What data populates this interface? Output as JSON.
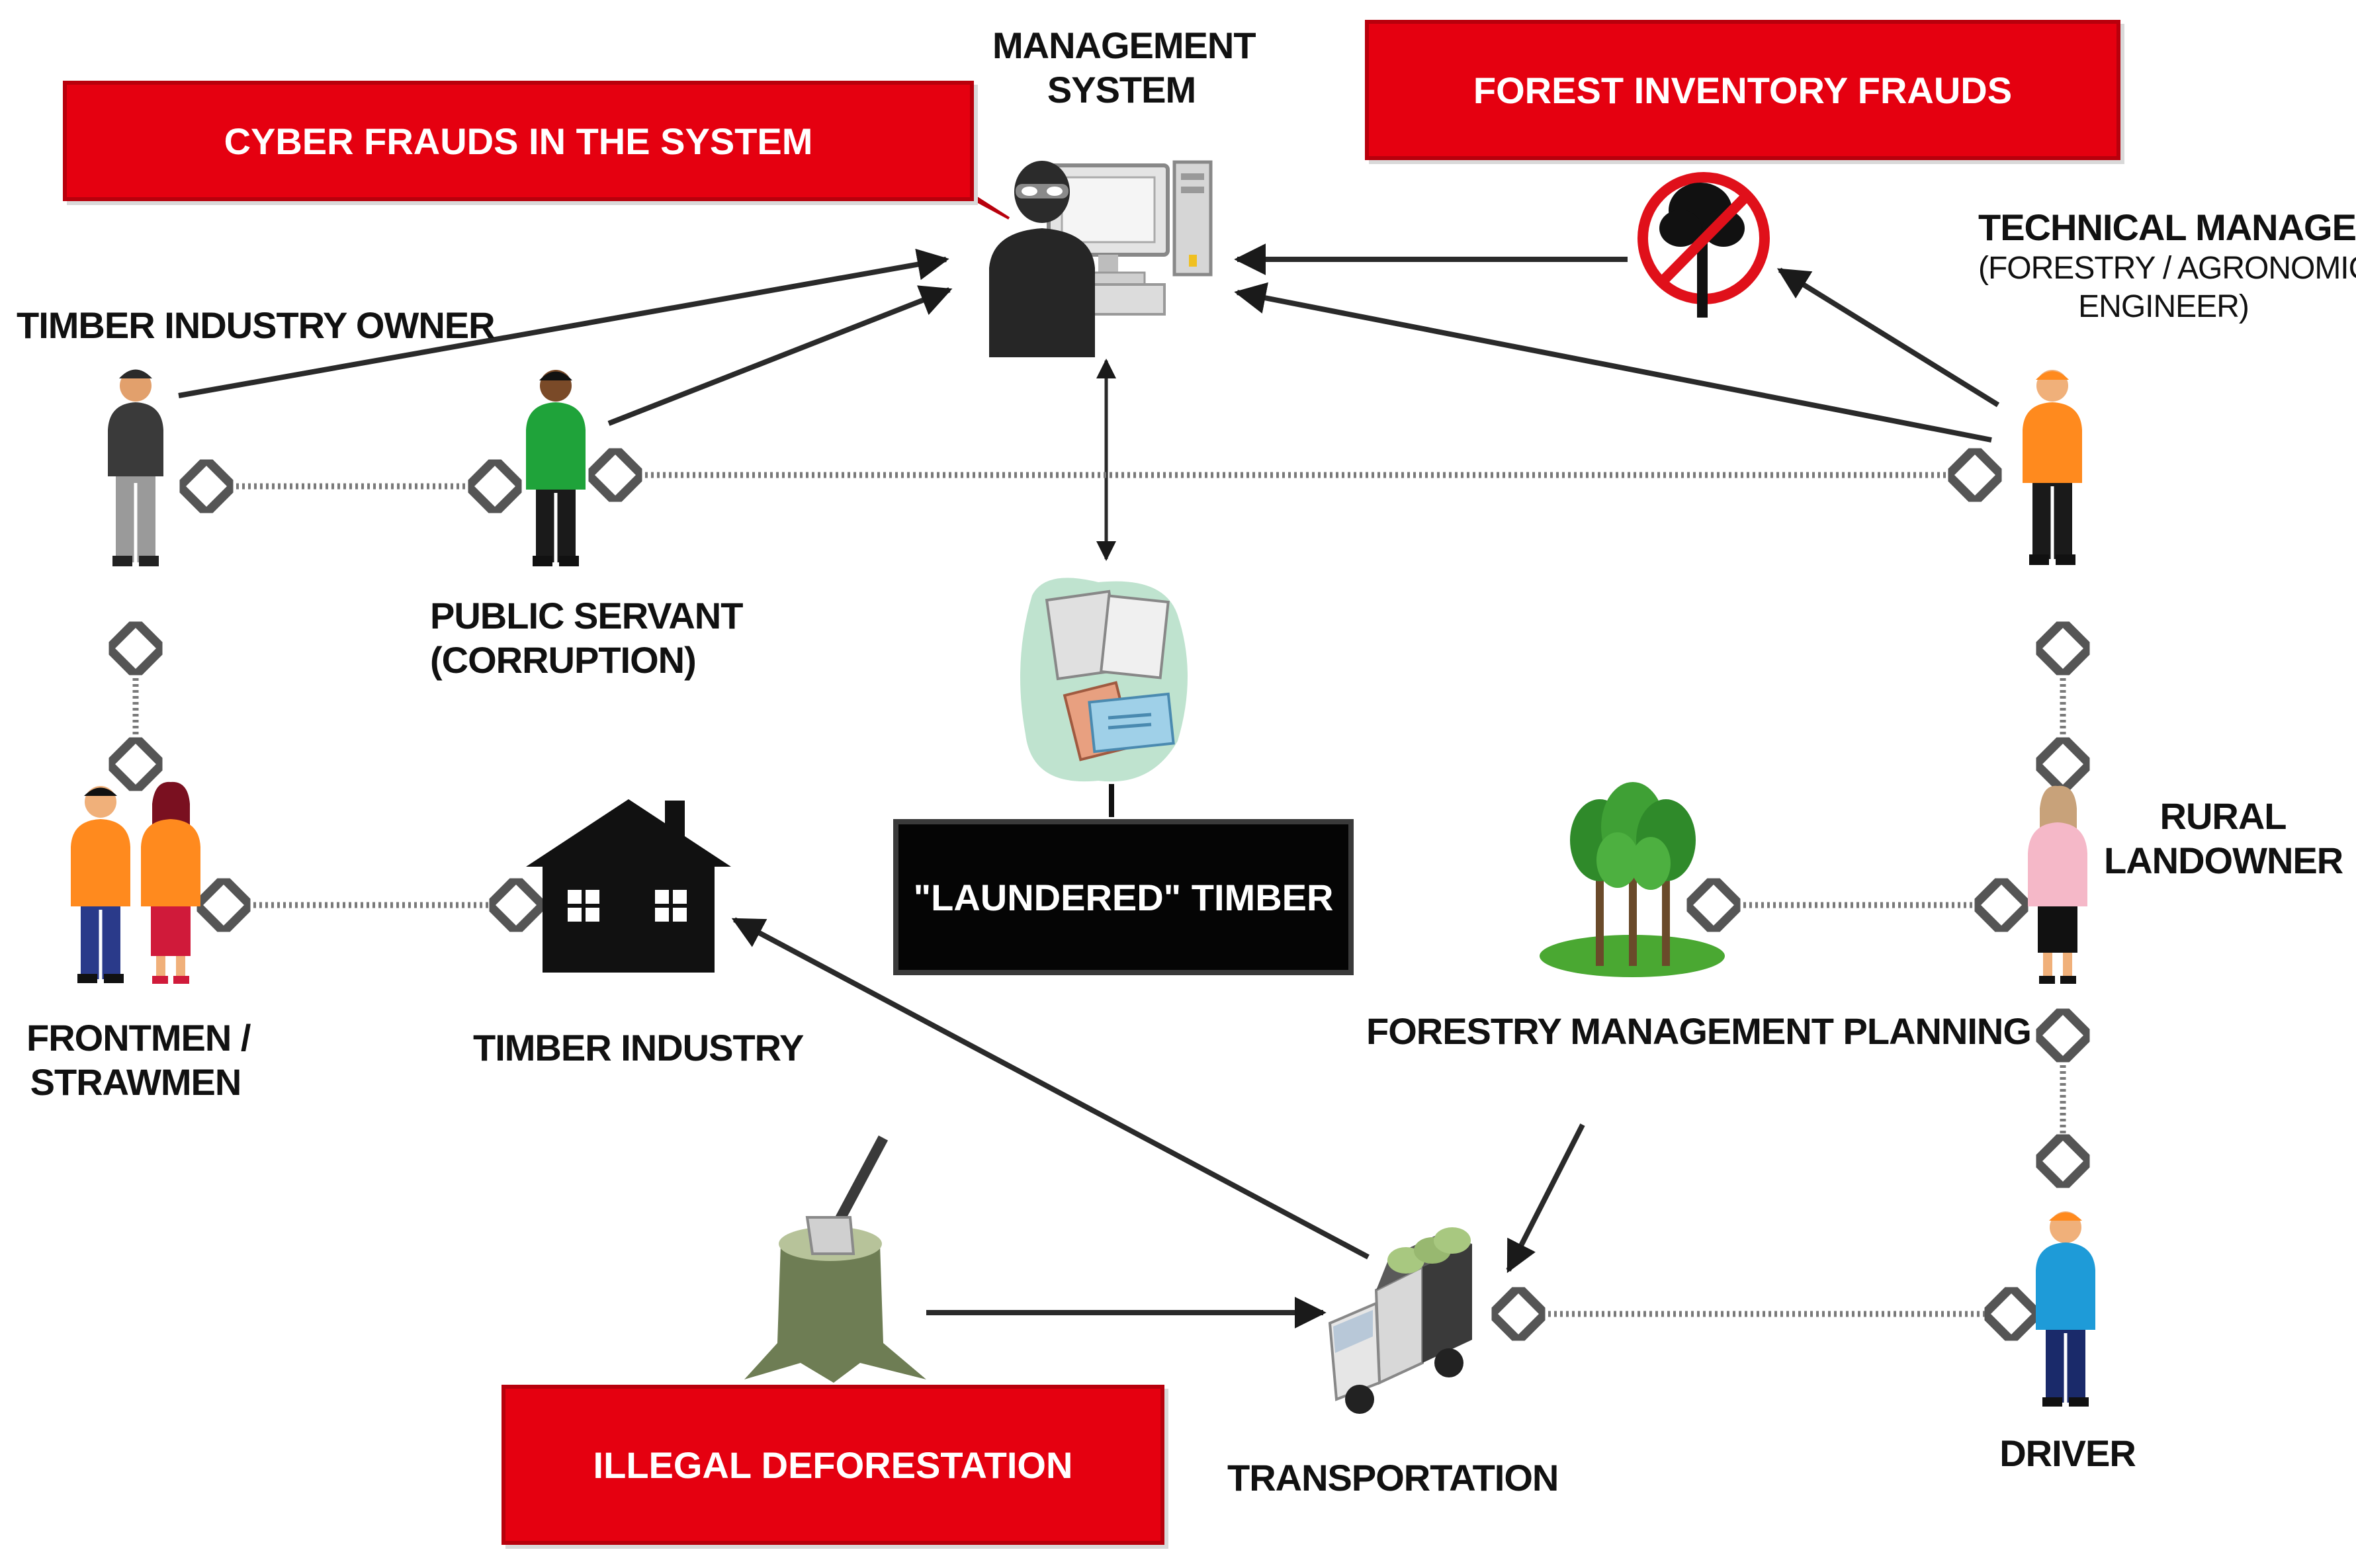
{
  "callouts": {
    "cyber_frauds": "CYBER FRAUDS IN THE SYSTEM",
    "forest_inventory_frauds": "FOREST INVENTORY FRAUDS",
    "illegal_deforestation": "ILLEGAL DEFORESTATION",
    "laundered_timber": "\"LAUNDERED\" TIMBER"
  },
  "labels": {
    "management_system": [
      "MANAGEMENT",
      "SYSTEM"
    ],
    "timber_industry_owner": "TIMBER INDUSTRY OWNER",
    "technical_manager": [
      "TECHNICAL MANAGER",
      "(FORESTRY / AGRONOMIC",
      "ENGINEER)"
    ],
    "public_servant": [
      "PUBLIC SERVANT",
      "(CORRUPTION)"
    ],
    "rural_landowner": [
      "RURAL",
      "LANDOWNER"
    ],
    "frontmen": [
      "FRONTMEN /",
      "STRAWMEN"
    ],
    "timber_industry": "TIMBER INDUSTRY",
    "forestry_management_planning": "FORESTRY MANAGEMENT PLANNING",
    "transportation": "TRANSPORTATION",
    "driver": "DRIVER"
  },
  "icons": [
    "hacker-computer-icon",
    "no-tree-icon",
    "person-icon",
    "house-icon",
    "documents-icon",
    "trees-icon",
    "stump-axe-icon",
    "truck-icon"
  ],
  "colors": {
    "alert_red": "#e50010",
    "owner_shirt": "#3a3a3a",
    "public_servant_shirt": "#1fa33a",
    "technical_manager_shirt": "#ff8a1e",
    "frontmen_shirt": "#ff8a1e",
    "landowner_shirt": "#f5b8c8",
    "driver_shirt": "#1e9bd8"
  }
}
